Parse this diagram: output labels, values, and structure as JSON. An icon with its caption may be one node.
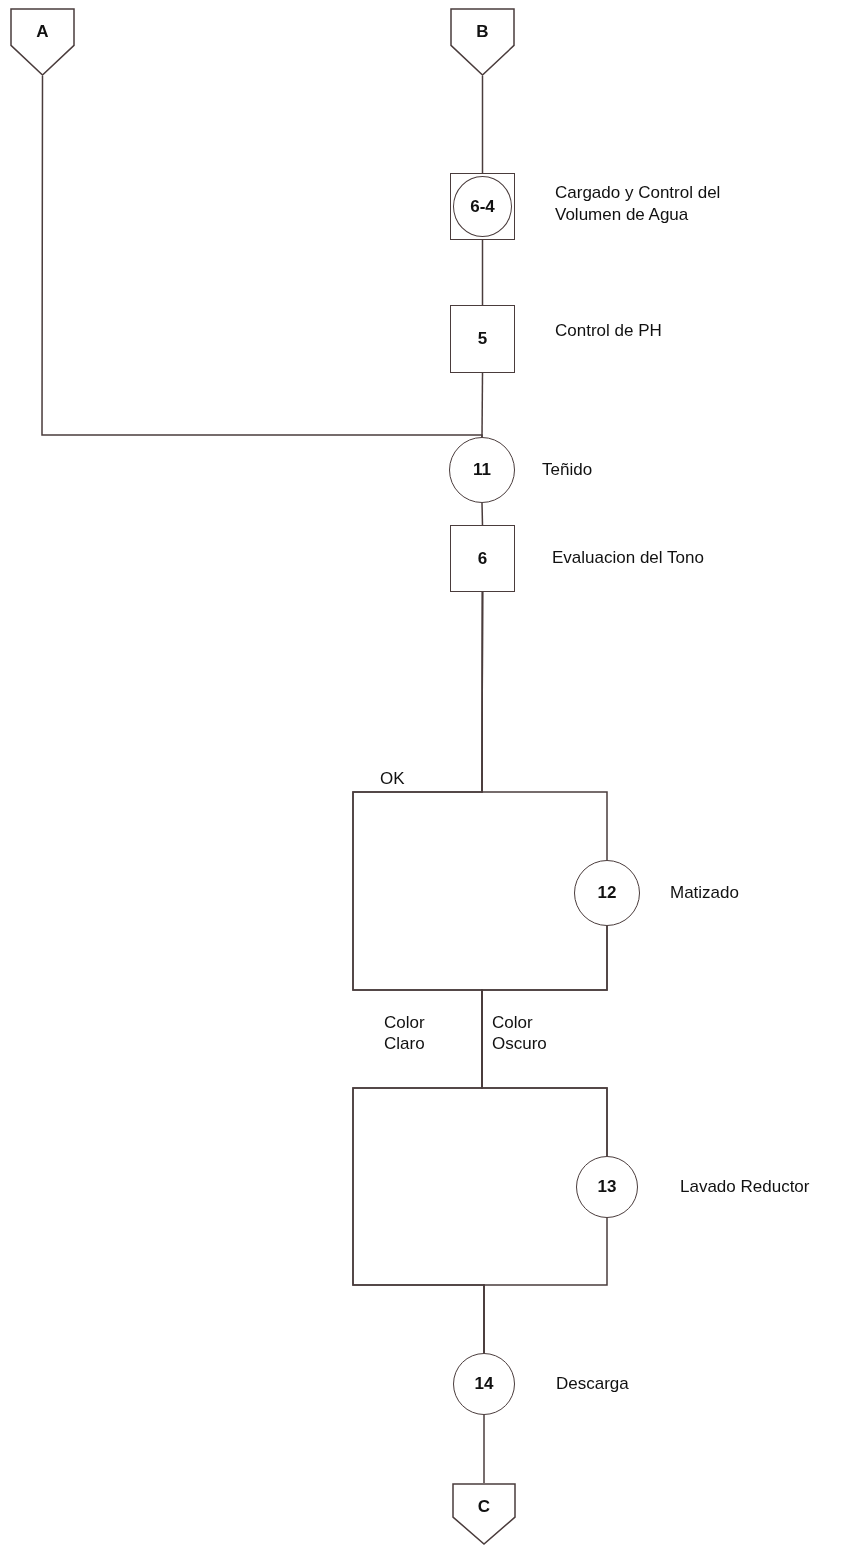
{
  "diagram": {
    "nodes": [
      {
        "text": [
          "A"
        ]
      },
      {
        "text": [
          "B"
        ]
      },
      {
        "text": [
          "6-4"
        ],
        "beside": [
          "Cargado y Control del Volumen de Agua"
        ]
      },
      {
        "text": [
          "5"
        ],
        "beside": [
          "Control de PH"
        ]
      },
      {
        "text": [
          "11"
        ],
        "beside": [
          "Teñido"
        ]
      },
      {
        "text": [
          "6"
        ],
        "beside": [
          "Evaluacion del Tono"
        ]
      },
      {
        "text": [
          "12"
        ],
        "beside": [
          "Matizado"
        ]
      },
      {
        "text": [
          "13"
        ],
        "beside": [
          "Lavado Reductor"
        ]
      },
      {
        "text": [
          "14"
        ],
        "beside": [
          "Descarga"
        ]
      },
      {
        "text": [
          "C"
        ]
      }
    ],
    "edges": [
      {
        "from": 1,
        "to": 2,
        "arrow": "none"
      },
      {
        "from": 2,
        "to": 3,
        "arrow": "none"
      },
      {
        "from": 3,
        "to": 4,
        "arrow": "none"
      },
      {
        "from": 0,
        "to": 4,
        "arrow": "none"
      },
      {
        "from": 4,
        "to": 5,
        "arrow": "none"
      },
      {
        "from": 5,
        "to": 6,
        "arrow": "none"
      },
      {
        "from": 5,
        "to": 8,
        "arrow": "none",
        "label": "OK"
      },
      {
        "from": 5,
        "to": 7,
        "arrow": "none"
      },
      {
        "from": 6,
        "to": 7,
        "arrow": "none",
        "label": "Color Oscuro"
      },
      {
        "from": 6,
        "to": 8,
        "arrow": "none",
        "label": "Color Claro"
      },
      {
        "from": 7,
        "to": 8,
        "arrow": "none"
      },
      {
        "from": 8,
        "to": 9,
        "arrow": "none"
      }
    ]
  }
}
